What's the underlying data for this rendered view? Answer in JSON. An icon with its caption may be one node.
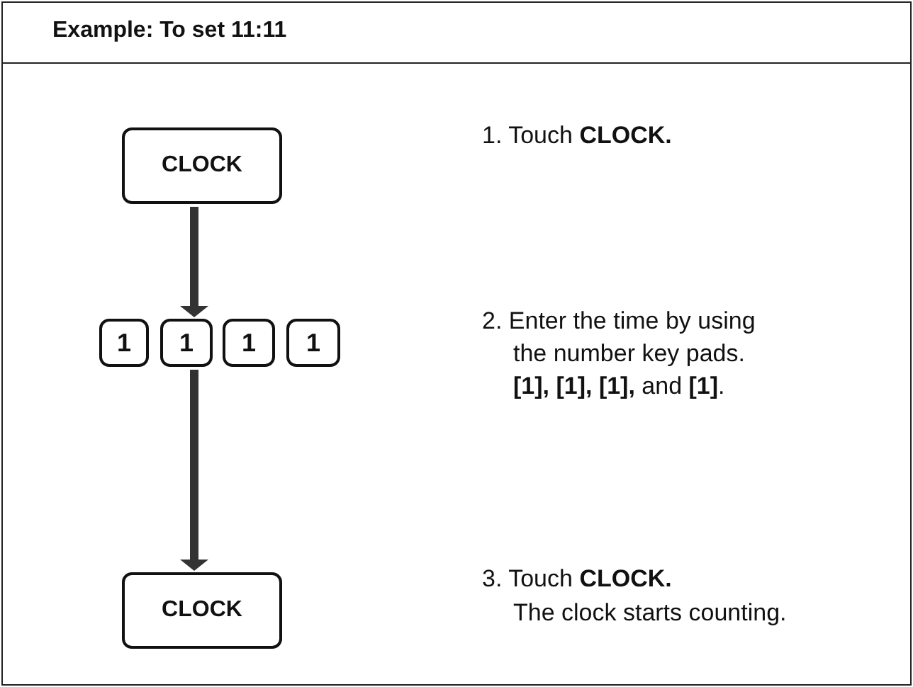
{
  "diagram": {
    "title": "Example: To set 11:11",
    "nodes": [
      {
        "text": [
          "CLOCK"
        ]
      },
      {
        "text": [
          "1"
        ]
      },
      {
        "text": [
          "1"
        ]
      },
      {
        "text": [
          "1"
        ]
      },
      {
        "text": [
          "1"
        ]
      },
      {
        "text": [
          "CLOCK"
        ]
      }
    ],
    "edges": [
      {
        "from": 0,
        "to": 2,
        "arrow": "to"
      },
      {
        "from": 2,
        "to": 5,
        "arrow": "to"
      }
    ],
    "labels": [
      "1. Touch **CLOCK.**",
      "2. Enter the time by using the number key pads. **[1], [1], [1],** and **[1]**.",
      "3. Touch **CLOCK.**",
      "The clock starts counting."
    ]
  }
}
